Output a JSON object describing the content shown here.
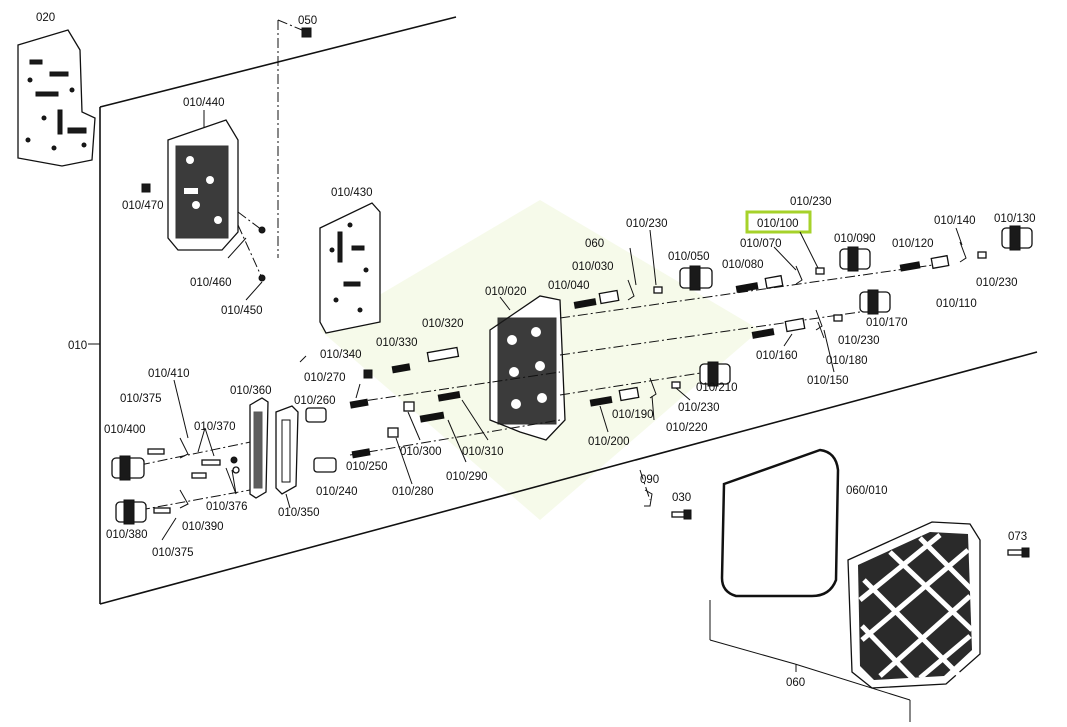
{
  "labels": {
    "l020": "020",
    "l050": "050",
    "l440": "010/440",
    "l470": "010/470",
    "l460": "010/460",
    "l450": "010/450",
    "l430": "010/430",
    "l010": "010",
    "l020b": "010/020",
    "l040": "010/040",
    "l030a": "010/030",
    "l060": "060",
    "l230a": "010/230",
    "l050b": "010/050",
    "l230top": "010/230",
    "l100": "010/100",
    "l070": "010/070",
    "l080": "010/080",
    "l090": "010/090",
    "l140": "010/140",
    "l130": "010/130",
    "l120": "010/120",
    "l230r": "010/230",
    "l110": "010/110",
    "l170": "010/170",
    "l230m": "010/230",
    "l180": "010/180",
    "l160": "010/160",
    "l150": "010/150",
    "l320": "010/320",
    "l330": "010/330",
    "l340": "010/340",
    "l270": "010/270",
    "l410": "010/410",
    "l375a": "010/375",
    "l360": "010/360",
    "l260": "010/260",
    "l400": "010/400",
    "l370": "010/370",
    "l376": "010/376",
    "l380": "010/380",
    "l390": "010/390",
    "l375b": "010/375",
    "l350": "010/350",
    "l240": "010/240",
    "l250": "010/250",
    "l280": "010/280",
    "l300": "010/300",
    "l290": "010/290",
    "l310": "010/310",
    "l200": "010/200",
    "l190": "010/190",
    "l220": "010/220",
    "l230b": "010/230",
    "l210": "010/210",
    "l090b": "090",
    "l030b": "030",
    "l060010": "060/010",
    "l073": "073"
  },
  "highlight": {
    "part": "010/100",
    "color": "#a6d22a"
  },
  "icons": [
    "valve-body-plate",
    "solenoid",
    "spring",
    "gasket",
    "oil-pan",
    "screw"
  ]
}
